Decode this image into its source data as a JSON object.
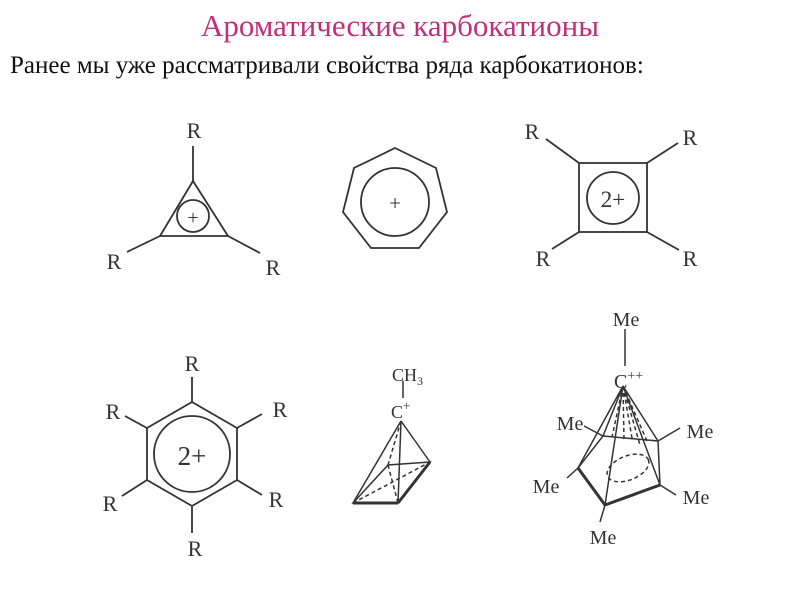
{
  "title": "Ароматические карбокатионы",
  "subtitle": "Ранее мы уже рассматривали свойства ряда карбокатионов:",
  "colors": {
    "title": "#c0307a",
    "text": "#111111",
    "lines": "#333333"
  },
  "structures": {
    "cyclopropenyl": {
      "substituents": [
        "R",
        "R",
        "R"
      ],
      "charge": "+"
    },
    "tropylium": {
      "charge": "+"
    },
    "cyclobutadiene_dication": {
      "substituents": [
        "R",
        "R",
        "R",
        "R"
      ],
      "charge": "2+"
    },
    "benzene_dication": {
      "substituents": [
        "R",
        "R",
        "R",
        "R",
        "R",
        "R"
      ],
      "charge": "2+"
    },
    "pyramidal_cation": {
      "apex_group": "CH",
      "apex_group_subscript": "3",
      "apex_atom": "C",
      "apex_charge": "+"
    },
    "pyramidal_dication": {
      "apex_group": "Me",
      "apex_atom": "C",
      "apex_charge": "++",
      "substituents": [
        "Me",
        "Me",
        "Me",
        "Me",
        "Me"
      ]
    }
  }
}
